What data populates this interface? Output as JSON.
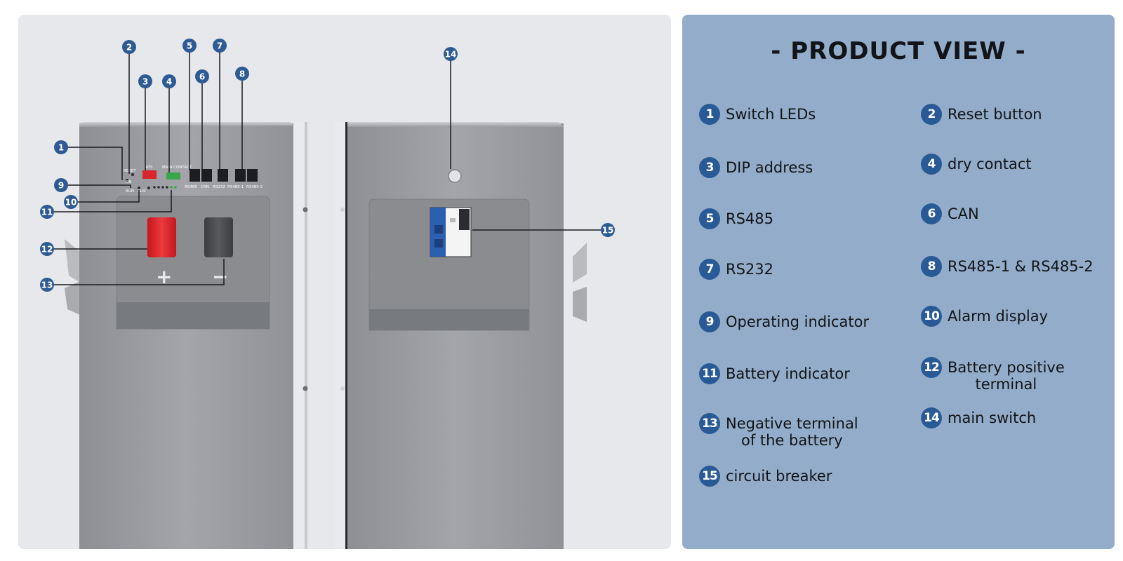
{
  "title": "- PRODUCT VIEW -",
  "port_labels": {
    "reset": "RESET",
    "dip": "ADS",
    "dry_contact": "MAIN\nCONTACT",
    "rs485": "RS485",
    "can": "CAN",
    "rs232": "RS232",
    "rs485_1": "RS485-1",
    "rs485_2": "RS485-2",
    "run": "RUN",
    "alm": "ALM",
    "on": "ON",
    "plus": "+",
    "minus": "−"
  },
  "legend": [
    {
      "num": "1",
      "label": "Switch LEDs"
    },
    {
      "num": "2",
      "label": "Reset button"
    },
    {
      "num": "3",
      "label": "DIP address"
    },
    {
      "num": "4",
      "label": "dry contact"
    },
    {
      "num": "5",
      "label": "RS485"
    },
    {
      "num": "6",
      "label": "CAN"
    },
    {
      "num": "7",
      "label": "RS232"
    },
    {
      "num": "8",
      "label": "RS485-1 & RS485-2"
    },
    {
      "num": "9",
      "label": "Operating indicator"
    },
    {
      "num": "10",
      "label": "Alarm display"
    },
    {
      "num": "11",
      "label": "Battery indicator"
    },
    {
      "num": "12",
      "label": "Battery positive\nterminal"
    },
    {
      "num": "13",
      "label": "Negative terminal\nof the battery"
    },
    {
      "num": "14",
      "label": "main switch"
    },
    {
      "num": "15",
      "label": "circuit breaker"
    }
  ],
  "colors": {
    "badge": "#2a5a95",
    "panel": "#93acc9",
    "positive_terminal": "#e02a2f",
    "negative_terminal": "#4a4b4e"
  }
}
